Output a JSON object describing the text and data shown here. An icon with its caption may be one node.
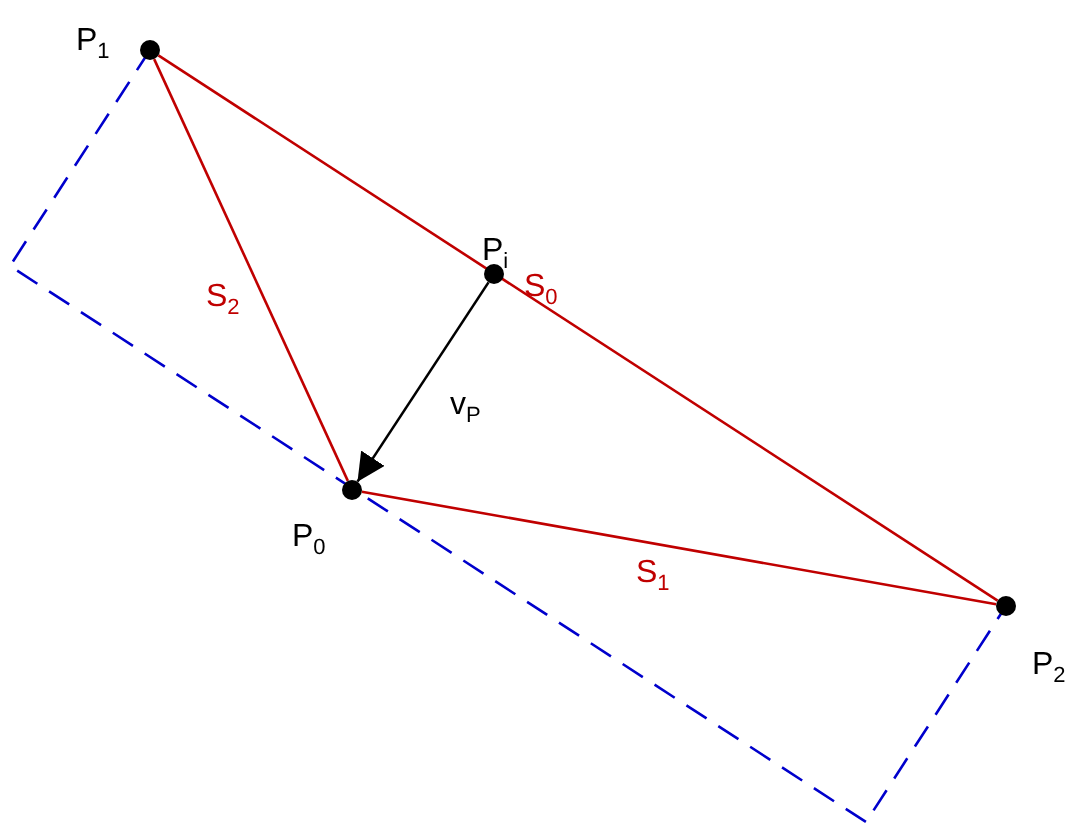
{
  "diagram": {
    "nodes": [
      {
        "text": [
          "P$_{1}$"
        ]
      },
      {
        "text": [
          "P$_{i}$"
        ]
      },
      {
        "text": [
          "P$_{0}$"
        ]
      },
      {
        "text": [
          "P$_{2}$"
        ]
      }
    ],
    "edges": [
      {
        "from": 0,
        "to": 3,
        "arrow": "none",
        "label": "S$_{0}$",
        "color": "#c00000"
      },
      {
        "from": 2,
        "to": 3,
        "arrow": "none",
        "label": "S$_{1}$",
        "color": "#c00000"
      },
      {
        "from": 0,
        "to": 2,
        "arrow": "none",
        "label": "S$_{2}$",
        "color": "#c00000"
      },
      {
        "from": 1,
        "to": 2,
        "arrow": "to",
        "label": "v$_{P}$",
        "color": "#000000"
      }
    ]
  }
}
